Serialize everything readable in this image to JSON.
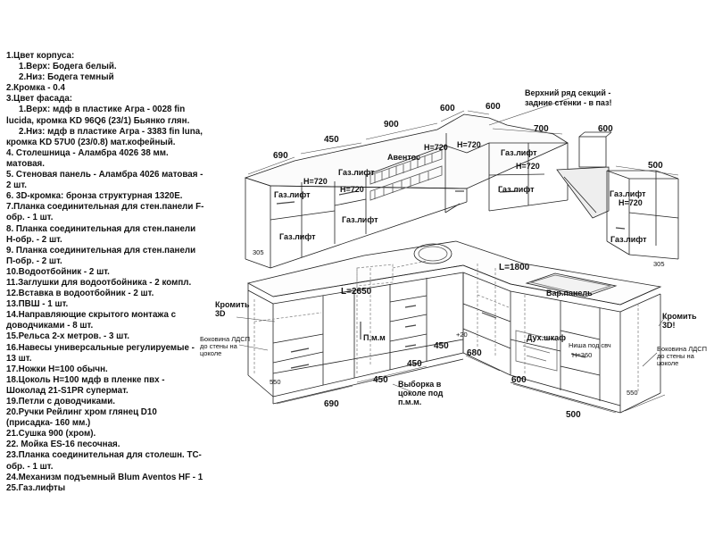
{
  "spec_lines": [
    {
      "text": "1.Цвет корпуса:"
    },
    {
      "text": "1.Верх: Бодега белый.",
      "indent": true
    },
    {
      "text": "2.Низ: Бодега темный",
      "indent": true
    },
    {
      "text": "2.Кромка - 0.4"
    },
    {
      "text": "3.Цвет фасада:"
    },
    {
      "text": "1.Верх: мдф в пластике Агра - 0028 fin",
      "indent": true
    },
    {
      "text": "lucida, кромка KD 96Q6   (23/1) Бьянко глян."
    },
    {
      "text": "2.Низ: мдф в пластике Агра - 3383 fin luna,",
      "indent": true
    },
    {
      "text": "кромка KD 57U0     (23/0.8) мат.кофейный."
    },
    {
      "text": "4. Столешница - Аламбра 4026 38 мм."
    },
    {
      "text": "матовая."
    },
    {
      "text": "5. Стеновая панель - Аламбра 4026 матовая -"
    },
    {
      "text": "2 шт."
    },
    {
      "text": "6. 3D-кромка: бронза структурная 1320Е."
    },
    {
      "text": "7.Планка соединительная для стен.панели F-"
    },
    {
      "text": "обр. - 1 шт."
    },
    {
      "text": "8. Планка соединительная для стен.панели"
    },
    {
      "text": "Н-обр. - 2 шт."
    },
    {
      "text": "9. Планка соединительная для стен.панели"
    },
    {
      "text": "П-обр. - 2 шт."
    },
    {
      "text": "10.Водоотбойник - 2 шт."
    },
    {
      "text": "11.Заглушки для водоотбойника - 2 компл."
    },
    {
      "text": "12.Вставка в водоотбойник - 2 шт."
    },
    {
      "text": "13.ПВШ - 1 шт."
    },
    {
      "text": "14.Направляющие скрытого монтажа с"
    },
    {
      "text": "доводчиками - 8 шт."
    },
    {
      "text": "15.Рельса 2-х метров. - 3 шт."
    },
    {
      "text": "16.Навесы универсальные регулируемые -"
    },
    {
      "text": "13 шт."
    },
    {
      "text": "17.Ножки Н=100 обычн."
    },
    {
      "text": "18.Цоколь Н=100 мдф в пленке пвх -"
    },
    {
      "text": "Шоколад  21-S1PR супермат."
    },
    {
      "text": "19.Петли с доводчиками."
    },
    {
      "text": "20.Ручки Рейлинг хром глянец D10"
    },
    {
      "text": "(присадка- 160 мм.)"
    },
    {
      "text": "21.Сушка 900 (хром)."
    },
    {
      "text": "22. Мойка ES-16 песочная."
    },
    {
      "text": "23.Планка соединительная для столешн. ТС-"
    },
    {
      "text": "обр. - 1 шт."
    },
    {
      "text": "24.Механизм подъемный Blum Aventos HF - 1"
    },
    {
      "text": "25.Газ.лифты"
    }
  ],
  "drawing": {
    "top_dims": {
      "d690": "690",
      "d450": "450",
      "d900": "900",
      "d600a": "600",
      "d600b": "600",
      "d700": "700",
      "d600c": "600",
      "d500": "500"
    },
    "note": "Верхний ряд секций - задние стенки - в паз!",
    "upper": {
      "gaz": "Газ.лифт",
      "h720": "Н=720",
      "aventos": "Авентос"
    },
    "small": {
      "d305": "305",
      "d550": "550",
      "plus20": "+20"
    },
    "counter": {
      "l2650": "L=2650",
      "l1800": "L=1800",
      "var_panel": "Вар.панель"
    },
    "lower": {
      "pmm": "П.м.м",
      "duh": "Дух.шкаф",
      "nisha": "Ниша под свч",
      "h360": "Н=360"
    },
    "edge_left": "Кромить 3D",
    "edge_right": "Кромить 3D!",
    "side_left": "Боковина ЛДСП до стены на цоколе",
    "side_right": "Боковина ЛДСП до стены на цоколе",
    "plinth_note": "Выборка в цоколе под п.м.м.",
    "bottom_dims": {
      "d450a": "450",
      "d450b": "450",
      "d680": "680",
      "d600": "600",
      "d450c": "450",
      "d690": "690",
      "d500": "500"
    }
  }
}
